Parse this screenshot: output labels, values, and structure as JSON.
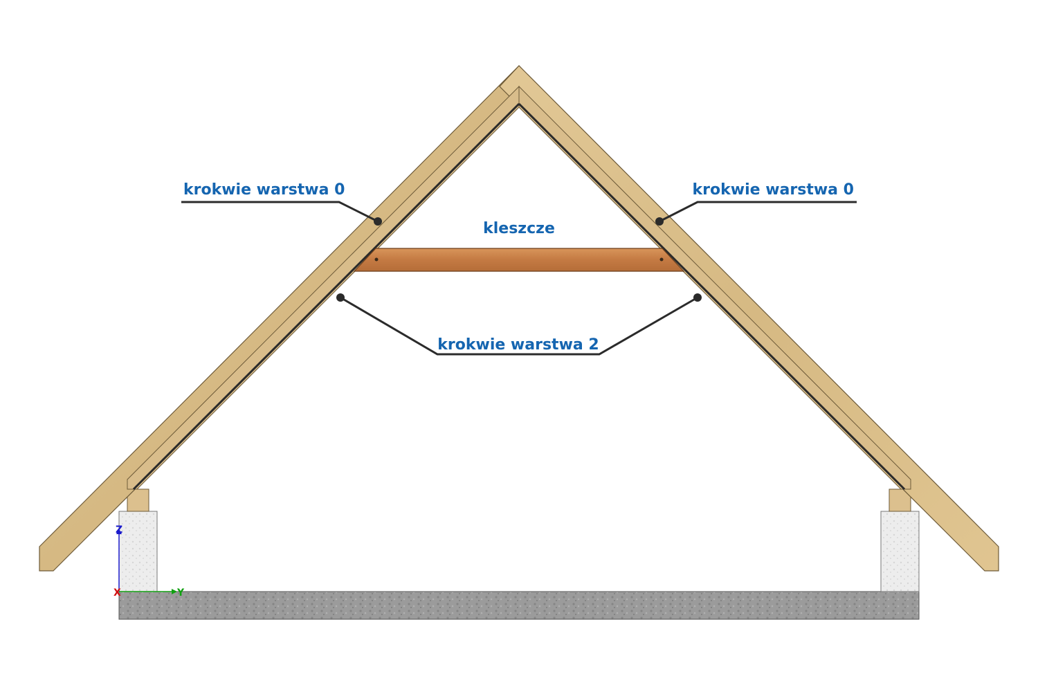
{
  "labels": {
    "rafter_layer0_left": "krokwie warstwa 0",
    "rafter_layer0_right": "krokwie warstwa 0",
    "collar_tie": "kleszcze",
    "rafter_layer2": "krokwie warstwa 2"
  },
  "axes": {
    "z": "Z",
    "x": "X",
    "y": "Y"
  },
  "colors": {
    "label": "#1565b0",
    "rafter_wood": "#dcc08e",
    "collar_wood": "#c8804a",
    "concrete": "#9a9a9a",
    "wall": "#ececec",
    "axis_z": "#1a1acc",
    "axis_x": "#d01010",
    "axis_y": "#10a010"
  }
}
